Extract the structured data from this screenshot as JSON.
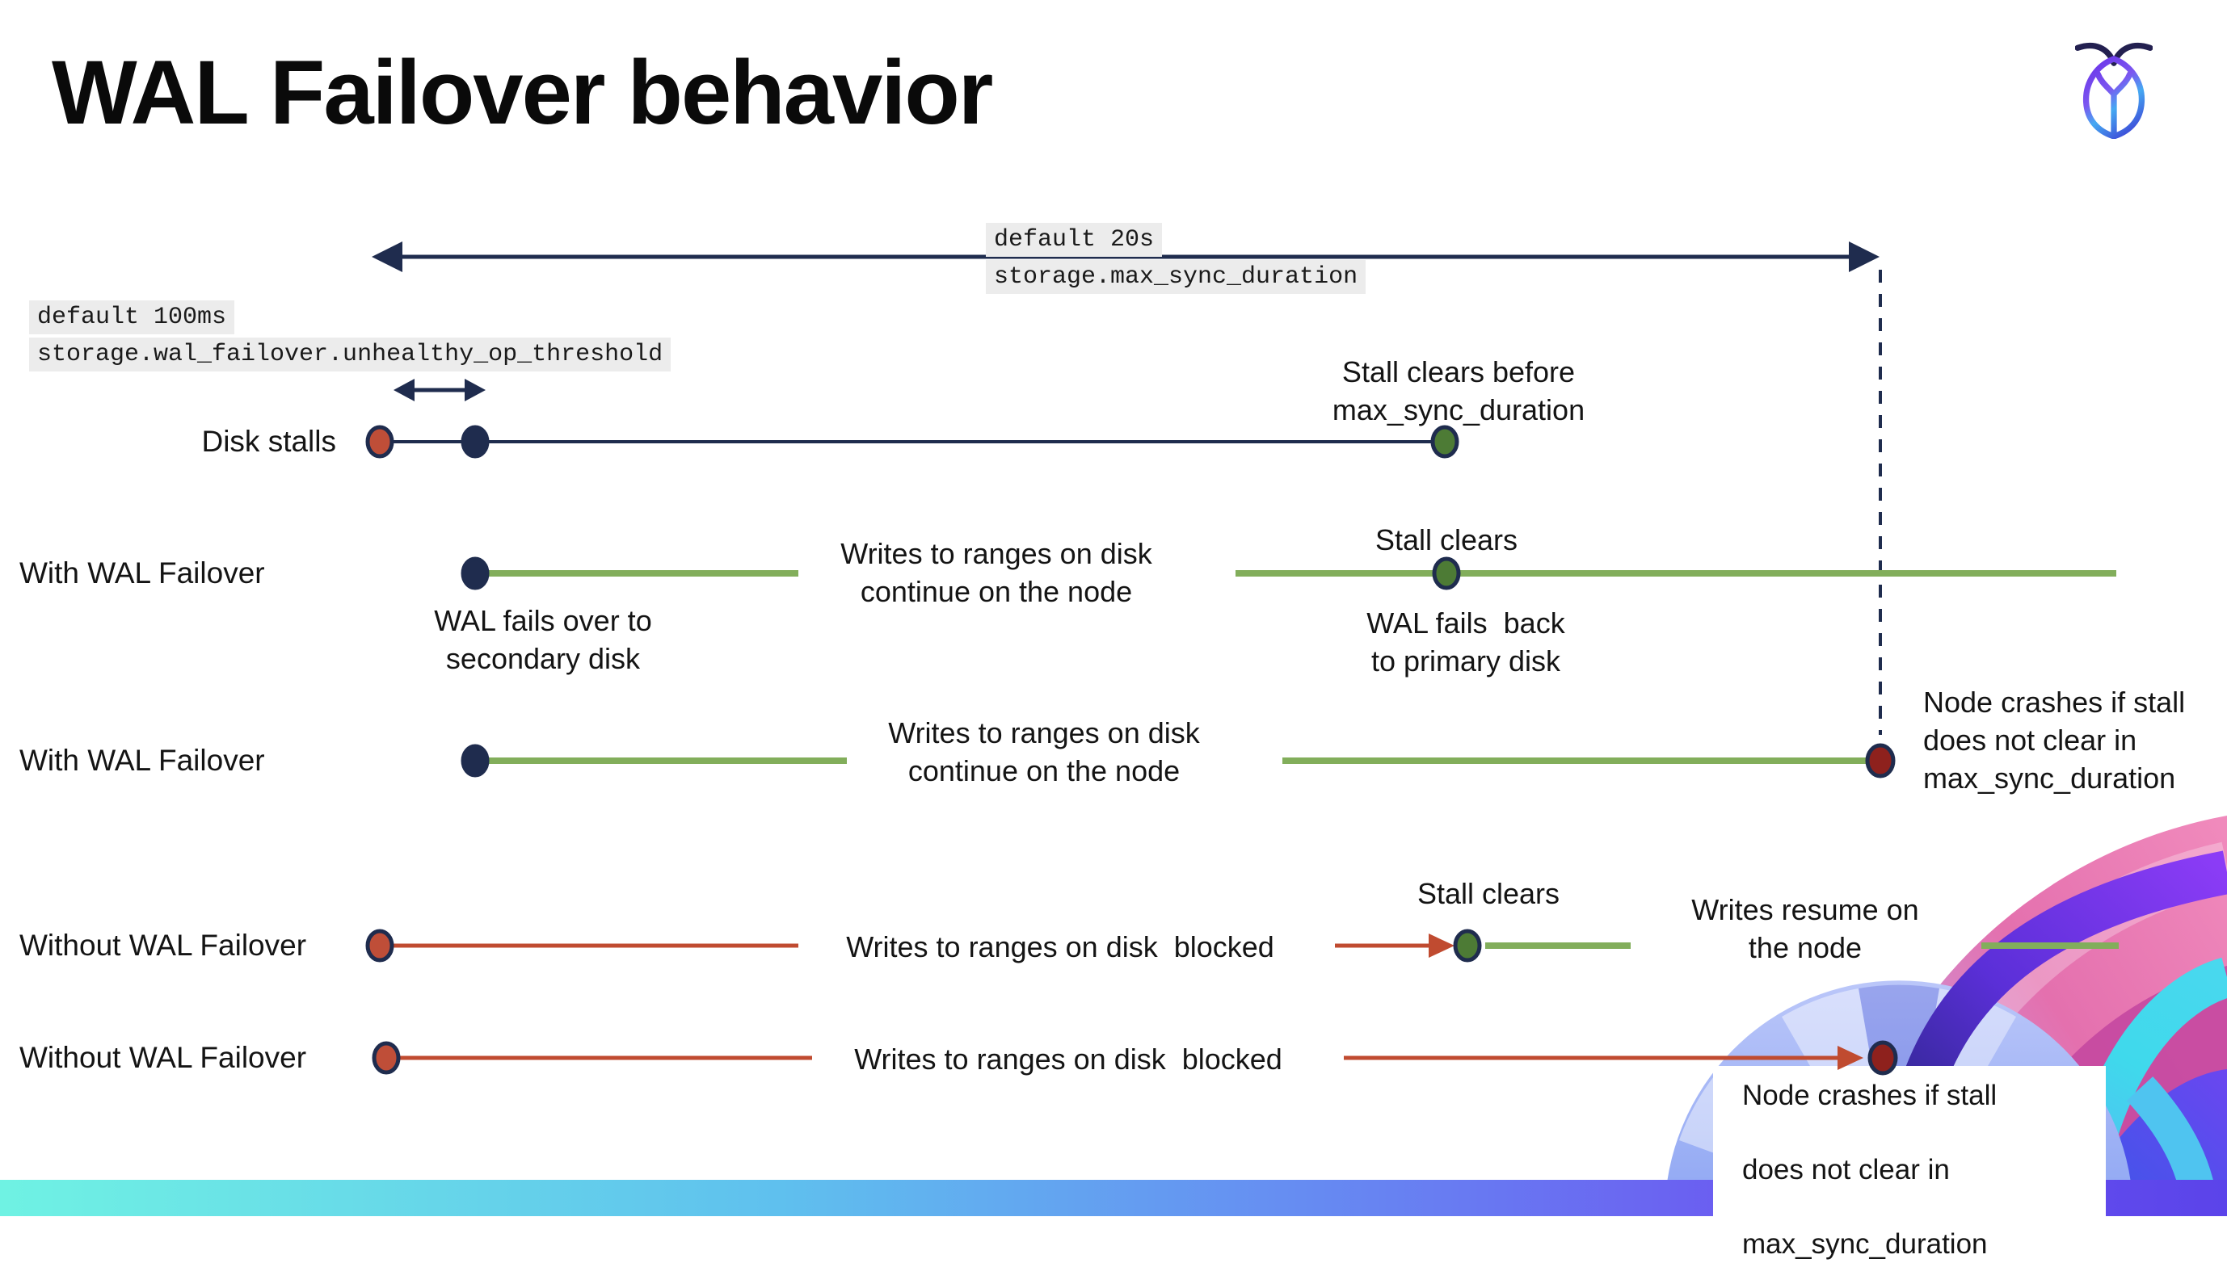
{
  "title": "WAL Failover behavior",
  "settings": {
    "max_sync_default": "default 20s",
    "max_sync_name": "storage.max_sync_duration",
    "threshold_default": "default 100ms",
    "threshold_name": "storage.wal_failover.unhealthy_op_threshold"
  },
  "rows": {
    "disk_stalls": "Disk stalls",
    "with_failover_1": "With WAL Failover",
    "with_failover_2": "With WAL Failover",
    "without_failover_1": "Without WAL Failover",
    "without_failover_2": "Without WAL Failover"
  },
  "notes": {
    "stall_clears_before_1": "Stall clears before",
    "stall_clears_before_2": "max_sync_duration",
    "stall_clears": "Stall clears",
    "writes_continue_1": "Writes to ranges on disk",
    "writes_continue_2": "continue on the node",
    "wal_fails_over_1": "WAL fails over to",
    "wal_fails_over_2": "secondary disk",
    "wal_fails_back_1": "WAL fails  back",
    "wal_fails_back_2": "to primary disk",
    "node_crash_1": "Node crashes if stall",
    "node_crash_2": "does not clear in",
    "node_crash_3": "max_sync_duration",
    "writes_blocked": "Writes to ranges on disk  blocked",
    "writes_resume_1": "Writes resume on",
    "writes_resume_2": "the node"
  },
  "icons": {
    "logo": "cockroachdb-logo"
  },
  "colors": {
    "text": "#141414",
    "navy": "#1f2c4e",
    "green_line": "#82ae5b",
    "green_dot": "#4d7b35",
    "red_line": "#c04b30",
    "red_dot": "#bf4e38",
    "crash_dot": "#8e211d",
    "label_bg": "#ececec",
    "bar_left": "#6ff2e3",
    "bar_mid": "#5fc0ee",
    "bar_blue": "#668df2",
    "bar_purple": "#6b5cf1",
    "bar_right": "#5b43ea"
  }
}
